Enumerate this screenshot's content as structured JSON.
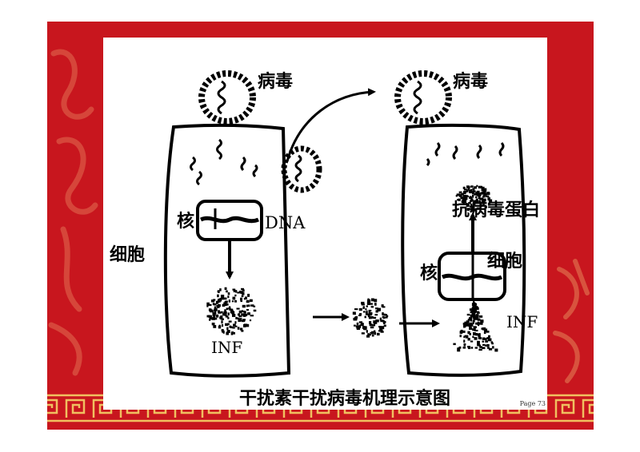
{
  "slide": {
    "page_number": "Page 73",
    "colors": {
      "background_red": "#c8161e",
      "ornament_gold": "#f0c060",
      "panel_white": "#ffffff"
    }
  },
  "diagram": {
    "caption": "干扰素干扰病毒机理示意图",
    "left_cell": {
      "virus_label": "病毒",
      "cell_label": "细胞",
      "nucleus_label": "核",
      "dna_label": "DNA",
      "inf_label": "INF"
    },
    "right_cell": {
      "virus_label": "病毒",
      "antiviral_protein_label": "抗病毒蛋白",
      "nucleus_label": "核",
      "cell_label": "细胞",
      "inf_label": "INF"
    }
  }
}
